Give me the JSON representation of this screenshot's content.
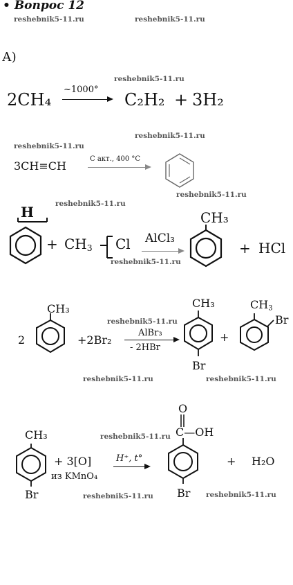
{
  "question_title": "• Вопрос 12",
  "part_label": "А)",
  "watermark": "reshebnik5-11.ru",
  "r1": {
    "reactant": "2CH₄",
    "condition": "~1000°",
    "product": "C₂H₂",
    "plus": "+",
    "byproduct": "3H₂"
  },
  "r2": {
    "reactant": "3CH≡CH",
    "condition": "C акт., 400 °C"
  },
  "r3": {
    "sub_on_benzene": "H",
    "plus1": "+",
    "reagent_ch3": "CH",
    "reagent_sub": "3",
    "reagent_cl": "Cl",
    "catalyst": "AlCl₃",
    "product_sub": "CH₃",
    "plus2": "+",
    "byproduct": "HCl"
  },
  "r4": {
    "coef": "2",
    "reactant_sub": "CH₃",
    "plus1": "+",
    "reagent": "2Br₂",
    "catalyst": "AlBr₃",
    "minus": "- 2HBr",
    "p1_top": "CH₃",
    "p1_bottom": "Br",
    "plus2": "+",
    "p2_top": "CH",
    "p2_sub": "3",
    "p2_side": "Br"
  },
  "r5": {
    "reactant_top": "CH₃",
    "reactant_bottom": "Br",
    "oxidant": "+ 3[O]",
    "oxidant_source": "из KMnO₄",
    "condition": "H⁺, t°",
    "carbonyl_o": "O",
    "acid_group": "C—OH",
    "product_bottom": "Br",
    "plus": "+",
    "byproduct": "H₂O"
  }
}
